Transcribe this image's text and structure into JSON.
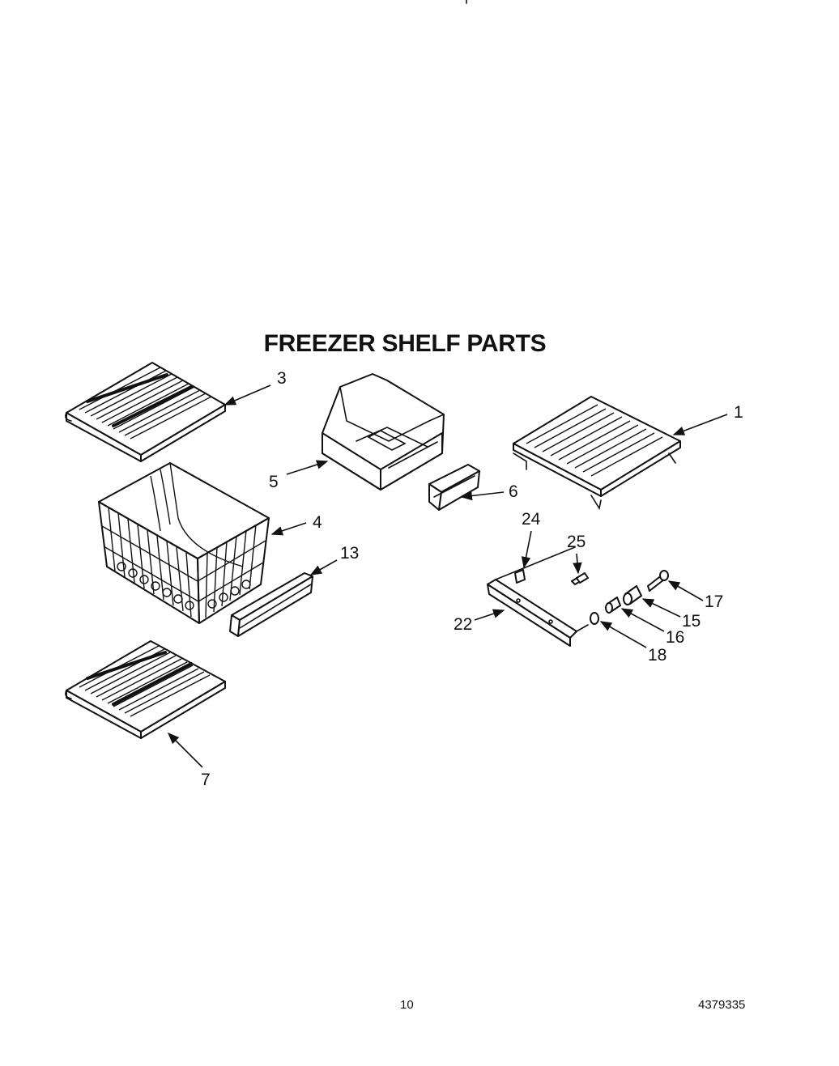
{
  "title": "FREEZER SHELF PARTS",
  "callouts": {
    "p1": "1",
    "p3": "3",
    "p4": "4",
    "p5": "5",
    "p6": "6",
    "p7": "7",
    "p13": "13",
    "p15": "15",
    "p16": "16",
    "p17": "17",
    "p18": "18",
    "p22": "22",
    "p24": "24",
    "p25": "25"
  },
  "footer": {
    "page_number": "10",
    "document_number": "4379335"
  }
}
